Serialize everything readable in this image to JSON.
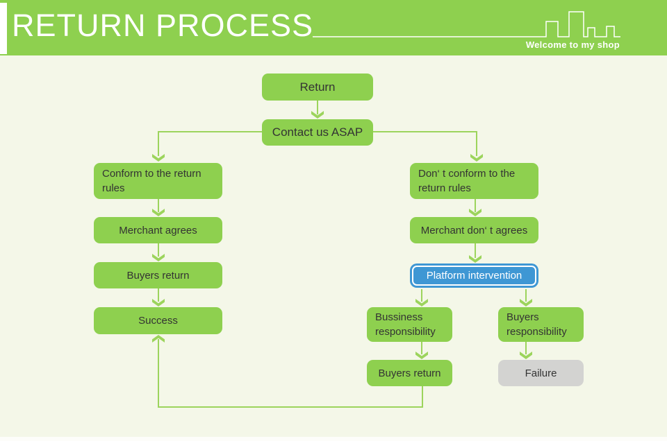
{
  "header": {
    "title": "RETURN PROCESS",
    "tagline": "Welcome to my shop",
    "decoration": "city-skyline-outline"
  },
  "flowchart": {
    "nodes": {
      "return": "Return",
      "contact": "Contact us ASAP",
      "conform": "Conform to the return rules",
      "merchant_agrees": "Merchant agrees",
      "buyers_return_left": "Buyers return",
      "success": "Success",
      "dont_conform": "Don‘ t conform to the return rules",
      "merchant_dont_agree": "Merchant don‘ t agrees",
      "platform": "Platform intervention",
      "business_resp": "Bussiness responsibility",
      "buyers_resp": "Buyers responsibility",
      "buyers_return_right": "Buyers return",
      "failure": "Failure"
    }
  },
  "colors": {
    "header_green": "#8ed04f",
    "box_green": "#8ed04f",
    "connector_green": "#9cd45c",
    "background": "#f4f7e8",
    "platform_blue": "#3e97d4",
    "failure_gray": "#d3d3d1",
    "box_text": "#333333"
  }
}
